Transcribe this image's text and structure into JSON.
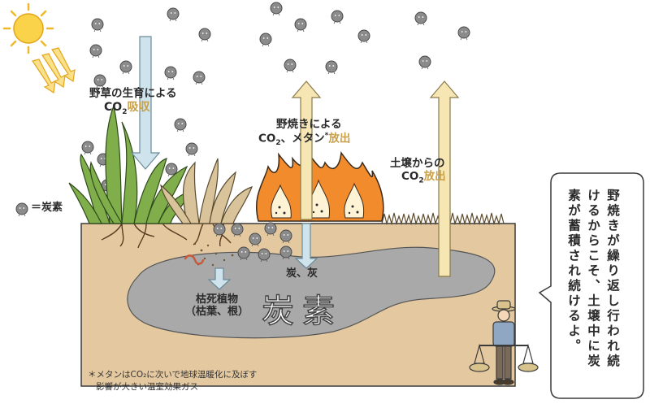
{
  "labels": {
    "grass_prefix": "野草の生育による",
    "grass_co2": "CO",
    "grass_sub": "2",
    "grass_accent": "吸収",
    "burn_prefix": "野焼きによる",
    "burn_co2": "CO",
    "burn_sub": "2",
    "burn_methane": "、メタン",
    "burn_star": "*",
    "burn_accent": "放出",
    "soil_prefix": "土壌からの",
    "soil_co2": "CO",
    "soil_sub": "2",
    "soil_accent": "放出",
    "legend": "＝炭素",
    "dead_plants_1": "枯死植物",
    "dead_plants_2": "（枯葉、根）",
    "charcoal": "炭、灰",
    "carbon_big": "炭素",
    "footnote_1": "＊メタンはCO₂に次いで地球温暖化に及ぼす",
    "footnote_2": "影響が大きい温室効果ガス"
  },
  "speech_bubble": {
    "text": "野焼きが繰り返し行われ続けるからこそ、土壌中に炭素が蓄積され続けるよ。"
  },
  "colors": {
    "soil": "#e4c9a0",
    "carbon_pool": "#a9a9a9",
    "down_arrow": "#cfe3ec",
    "up_arrow": "#f6e6b4",
    "fire": "#f28b2c",
    "accent_text": "#c9a047"
  },
  "icons": [
    "sun-icon",
    "sunlight-arrows-icon",
    "carbon-particle-icon",
    "farmer-icon",
    "fire-icon",
    "grass-icon"
  ]
}
